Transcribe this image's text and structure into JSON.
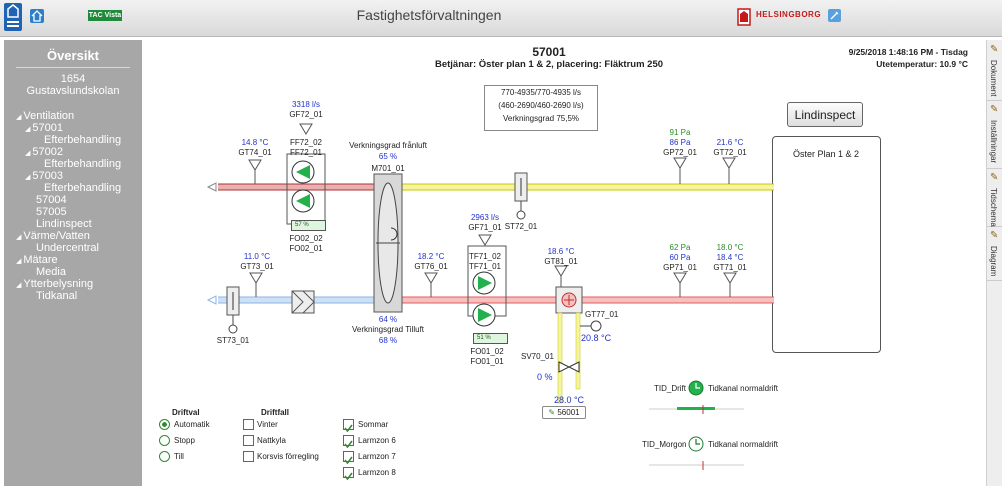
{
  "app": {
    "title": "Fastighetsförvaltningen",
    "brand_left": "TAC Vista",
    "brand_right": "HELSINGBORG"
  },
  "sidebar": {
    "title": "Översikt",
    "building_number": "1654",
    "building_name": "Gustavslundskolan",
    "tree": [
      {
        "label": "Ventilation",
        "level": 0,
        "arrow": true
      },
      {
        "label": "57001",
        "level": 1,
        "arrow": true
      },
      {
        "label": "Efterbehandling",
        "level": 2,
        "arrow": false
      },
      {
        "label": "57002",
        "level": 1,
        "arrow": true
      },
      {
        "label": "Efterbehandling",
        "level": 2,
        "arrow": false
      },
      {
        "label": "57003",
        "level": 1,
        "arrow": true
      },
      {
        "label": "Efterbehandling",
        "level": 2,
        "arrow": false
      },
      {
        "label": "57004",
        "level": 1,
        "arrow": false
      },
      {
        "label": "57005",
        "level": 1,
        "arrow": false
      },
      {
        "label": "Lindinspect",
        "level": 1,
        "arrow": false
      },
      {
        "label": "Värme/Vatten",
        "level": 0,
        "arrow": true
      },
      {
        "label": "Undercentral",
        "level": 1,
        "arrow": false
      },
      {
        "label": "Mätare",
        "level": 0,
        "arrow": true
      },
      {
        "label": "Media",
        "level": 1,
        "arrow": false
      },
      {
        "label": "Ytterbelysning",
        "level": 0,
        "arrow": true
      },
      {
        "label": "Tidkanal",
        "level": 1,
        "arrow": false
      }
    ]
  },
  "right_tabs": [
    "Dokument",
    "Inställningar",
    "Tidschema",
    "Diagram"
  ],
  "header": {
    "unit_id": "57001",
    "subtitle": "Betjänar: Öster plan 1 & 2, placering: Fläktrum 250",
    "datetime": "9/25/2018 1:48:16 PM - Tisdag",
    "outdoor_temp": "Utetemperatur: 10.9 °C"
  },
  "info_box": [
    "770-4935/770-4935 l/s",
    "(460-2690/460-2690 l/s)",
    "Verkningsgrad 75,5%"
  ],
  "lindinspect_button": "Lindinspect",
  "zone_label": "Öster Plan 1 & 2",
  "sensors": {
    "gt74_value": "14.8 °C",
    "gt74_name": "GT74_01",
    "gf72_flow": "3318 l/s",
    "gf72_name": "GF72_01",
    "ff72_02": "FF72_02",
    "ff72_01": "FF72_01",
    "fo02_pct": "57 %",
    "fo02_02": "FO02_02",
    "fo02_01": "FO02_01",
    "eff_out_label": "Verkningsgrad frånluft",
    "eff_out_value": "65 %",
    "m701": "M701_01",
    "eff_in_value": "64 %",
    "eff_in_label": "Verkningsgrad Tilluft",
    "eff_in_value2": "68 %",
    "st72": "ST72_01",
    "gp72_pa1": "91 Pa",
    "gp72_pa2": "86 Pa",
    "gp72_name": "GP72_01",
    "gt72_value": "21.6 °C",
    "gt72_name": "GT72_01",
    "gt73_value": "11.0 °C",
    "gt73_name": "GT73_01",
    "st73": "ST73_01",
    "gt76_value": "18.2 °C",
    "gt76_name": "GT76_01",
    "gf71_flow": "2963 l/s",
    "gf71_name": "GF71_01",
    "tf71_02": "TF71_02",
    "tf71_01": "TF71_01",
    "fo01_pct": "51 %",
    "fo01_02": "FO01_02",
    "fo01_01": "FO01_01",
    "gt81_value": "18.6 °C",
    "gt81_name": "GT81_01",
    "gt77_name": "GT77_01",
    "gt77_value": "20.8 °C",
    "sv70_name": "SV70_01",
    "sv70_pct": "0 %",
    "return_temp": "28.0 °C",
    "tag": "56001",
    "gp71_pa1": "62 Pa",
    "gp71_pa2": "60 Pa",
    "gp71_name": "GP71_01",
    "gt71_value1": "18.0 °C",
    "gt71_value2": "18.4 °C",
    "gt71_name": "GT71_01"
  },
  "timers": [
    {
      "name": "TID_Drift",
      "status": "Tidkanal normaldrift",
      "state": "on"
    },
    {
      "name": "TID_Morgon",
      "status": "Tidkanal normaldrift",
      "state": "off"
    }
  ],
  "driftval": {
    "title": "Driftval",
    "options": [
      "Automatik",
      "Stopp",
      "Till"
    ],
    "selected": 0
  },
  "driftfall": {
    "title": "Driftfall",
    "options": [
      "Vinter",
      "Nattkyla",
      "Korsvis förregling"
    ]
  },
  "modes": [
    {
      "label": "Sommar",
      "checked": true
    },
    {
      "label": "Larmzon 6",
      "checked": true
    },
    {
      "label": "Larmzon 7",
      "checked": true
    },
    {
      "label": "Larmzon 8",
      "checked": true
    }
  ],
  "colors": {
    "supply": "#e85a5a",
    "exhaust_yellow": "#f0f060",
    "intake_blue": "#8ab6e8",
    "fan_green": "#22b14c",
    "accent": "#2f8a2f"
  }
}
